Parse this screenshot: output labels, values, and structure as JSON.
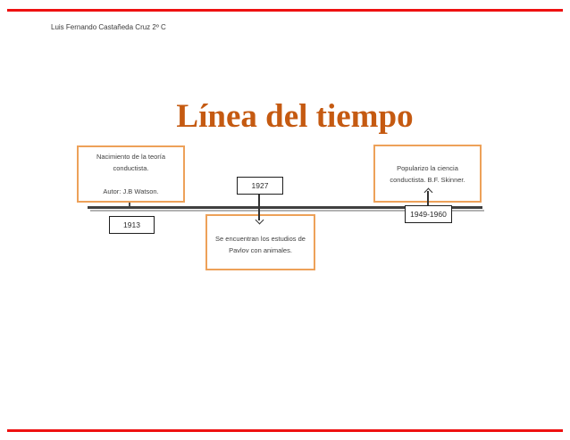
{
  "header": {
    "author": "Luis Fernando Castañeda Cruz 2º C"
  },
  "title": "Línea del tiempo",
  "colors": {
    "title_orange": "#C55A11",
    "event_box_border": "#EDA159",
    "rule_red": "#EE1111",
    "axis_dark": "#3F3F3F",
    "axis_shadow": "#B3B3B3",
    "date_box_border": "#1F1F1F",
    "body_text": "#3B3B3B"
  },
  "timeline": {
    "watson": {
      "date": "1913",
      "text": "Nacimiento de la teoría\nconductista.\n\nAutor: J.B Watson."
    },
    "pavlov": {
      "date": "1927",
      "text": "Se encuentran los estudios de\nPavlov con animales."
    },
    "skinner": {
      "date": "1949-1960",
      "text": "Popularizo la ciencia\nconductista. B.F. Skinner."
    }
  }
}
